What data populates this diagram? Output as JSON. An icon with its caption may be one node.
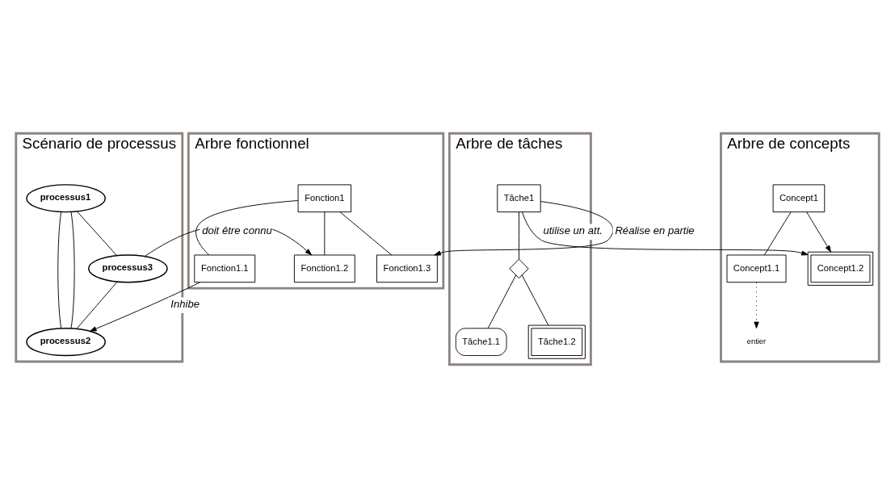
{
  "diagram": {
    "nodes": [
      {
        "text": [
          "Scénario de processus"
        ]
      },
      {
        "text": [
          "processus1"
        ],
        "in": 0
      },
      {
        "text": [
          "processus2"
        ],
        "in": 0
      },
      {
        "text": [
          "processus3"
        ],
        "in": 0
      },
      {
        "text": [
          "Arbre de concepts"
        ]
      },
      {
        "text": [
          "Concept1"
        ],
        "in": 4
      },
      {
        "text": [
          "Concept1.1"
        ],
        "in": 4
      },
      {
        "text": [
          "Concept1.2"
        ],
        "in": 4
      },
      {
        "text": [
          "entier"
        ],
        "in": 4
      },
      {
        "text": [
          "Arbre fonctionnel"
        ]
      },
      {
        "text": [
          "Fonction1"
        ],
        "in": 9
      },
      {
        "text": [
          "Fonction1.1"
        ],
        "in": 9
      },
      {
        "text": [
          "Fonction1.2"
        ],
        "in": 9
      },
      {
        "text": [
          "Fonction1.3"
        ],
        "in": 9
      },
      {
        "text": [
          "Arbre de tâches"
        ]
      },
      {
        "text": [
          "Tâche1"
        ],
        "in": 14
      },
      {
        "text": [],
        "shape": "diamond",
        "in": 14
      },
      {
        "text": [
          "Tâche1.1"
        ],
        "in": 14
      },
      {
        "text": [
          "Tâche1.2"
        ],
        "in": 14
      }
    ],
    "edges": [
      {
        "from": 1,
        "to": 2,
        "arrow": "none"
      },
      {
        "from": 1,
        "to": 3,
        "arrow": "none"
      },
      {
        "from": 1,
        "to": 2,
        "arrow": "none"
      },
      {
        "from": 3,
        "to": 2,
        "arrow": "none"
      },
      {
        "from": 5,
        "to": 6,
        "arrow": "none"
      },
      {
        "from": 5,
        "to": 7,
        "arrow": "to"
      },
      {
        "from": 6,
        "to": 8,
        "arrow": "to",
        "style": "dashed"
      },
      {
        "from": 10,
        "to": 11,
        "arrow": "none"
      },
      {
        "from": 10,
        "to": 12,
        "arrow": "none"
      },
      {
        "from": 10,
        "to": 13,
        "arrow": "none"
      },
      {
        "from": 15,
        "to": 16,
        "arrow": "none"
      },
      {
        "from": 16,
        "to": 17,
        "arrow": "none"
      },
      {
        "from": 16,
        "to": 18,
        "arrow": "none"
      },
      {
        "from": 3,
        "to": 12,
        "arrow": "to",
        "label": "doit être connu"
      },
      {
        "from": 11,
        "to": 2,
        "arrow": "to",
        "label": "Inhibe"
      },
      {
        "from": 15,
        "to": 7,
        "arrow": "to",
        "label": "utilise un att."
      },
      {
        "from": 15,
        "to": 13,
        "arrow": "to",
        "label": "Réalise en partie"
      }
    ]
  }
}
